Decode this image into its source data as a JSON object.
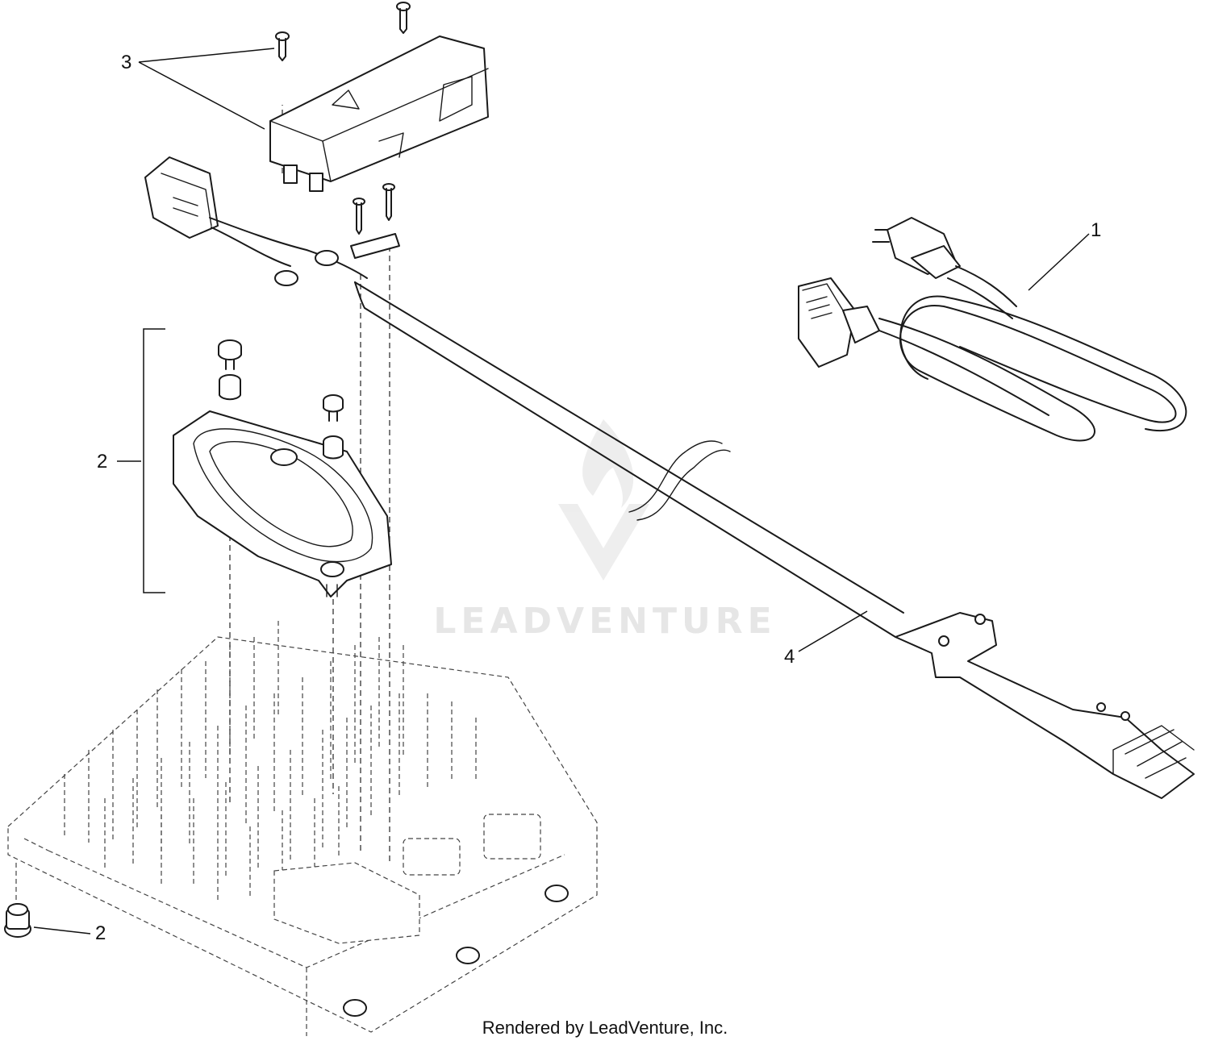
{
  "diagram": {
    "callouts": [
      {
        "id": "1",
        "label": "1"
      },
      {
        "id": "2",
        "label": "2"
      },
      {
        "id": "2b",
        "label": "2"
      },
      {
        "id": "3",
        "label": "3"
      },
      {
        "id": "4",
        "label": "4"
      }
    ],
    "watermark": "LEADVENTURE",
    "watermark_icon": "flame-v-logo-icon"
  },
  "footer": {
    "credit": "Rendered by LeadVenture, Inc."
  }
}
